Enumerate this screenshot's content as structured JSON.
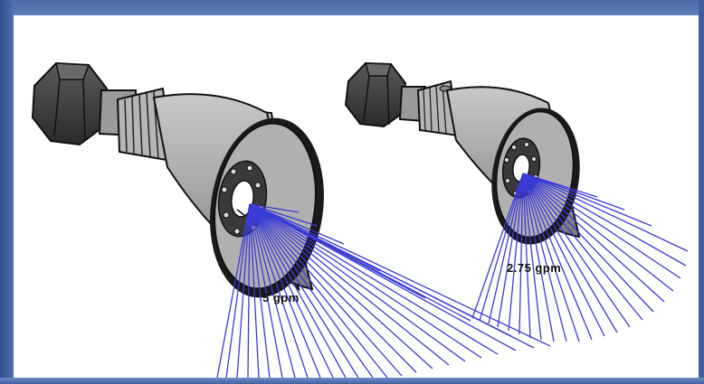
{
  "image": {
    "scene": "showerheads",
    "left_showerhead": {
      "flow_label": "5 gpm"
    },
    "right_showerhead": {
      "flow_label": "2.75 gpm"
    }
  },
  "colors": {
    "frame_blue": "#4a6aa8",
    "spray_blue": "#3a3ad8",
    "metal_gray": "#a9a9a9",
    "dark_metal": "#3d3d3d"
  }
}
